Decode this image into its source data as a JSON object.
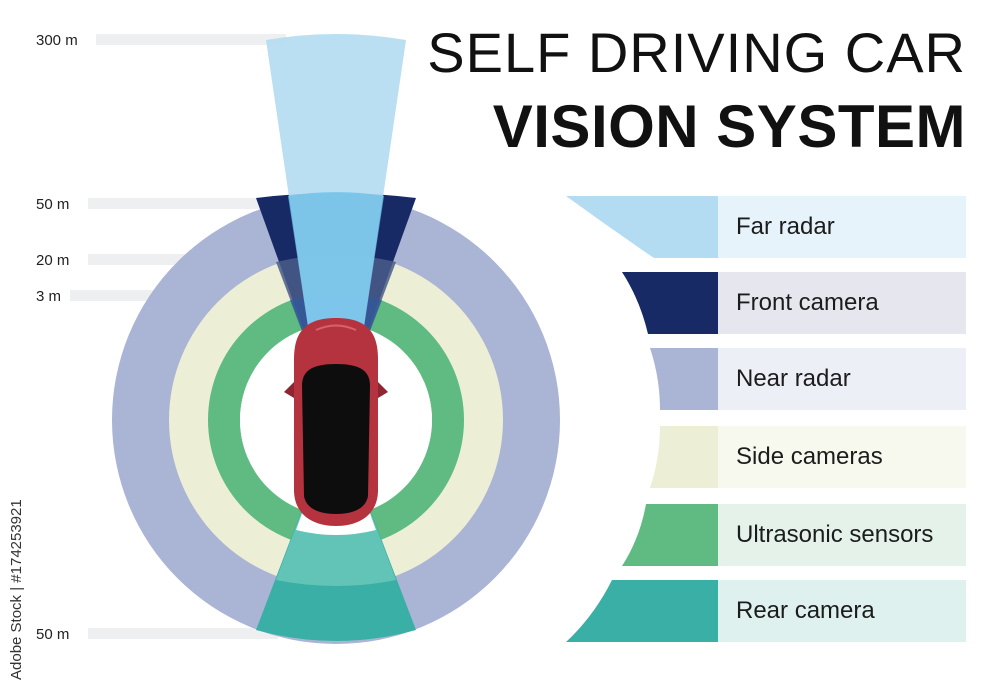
{
  "title": {
    "line1": "SELF DRIVING CAR",
    "line2": "VISION SYSTEM"
  },
  "distance_labels": [
    "300 m",
    "50 m",
    "20 m",
    "3 m",
    "50 m"
  ],
  "legend": [
    {
      "label": "Far radar",
      "color": "#b3dcf2",
      "bg": "#e6f3fb"
    },
    {
      "label": "Front camera",
      "color": "#172a66",
      "bg": "#e6e7ee"
    },
    {
      "label": "Near radar",
      "color": "#aab4d4",
      "bg": "#eceff6"
    },
    {
      "label": "Side cameras",
      "color": "#eceed6",
      "bg": "#f7f8ee"
    },
    {
      "label": "Ultrasonic sensors",
      "color": "#5fbb82",
      "bg": "#e4f2ea"
    },
    {
      "label": "Rear camera",
      "color": "#3aafa5",
      "bg": "#dff1ef"
    }
  ],
  "watermark": "Adobe Stock | #174253921",
  "car_color": "#b5333f"
}
